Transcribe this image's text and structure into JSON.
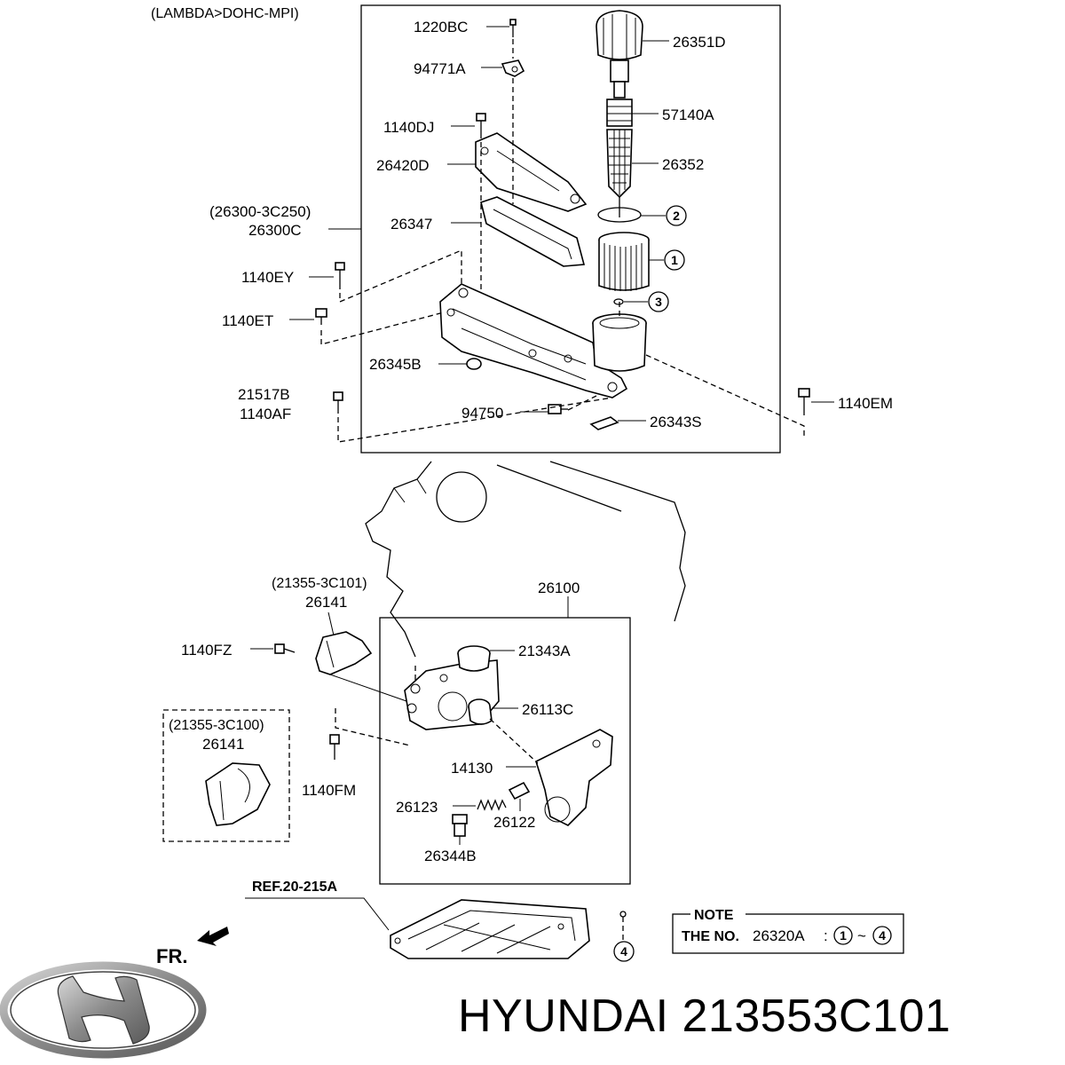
{
  "variant_label": "(LAMBDA>DOHC-MPI)",
  "parts": {
    "p1220BC": "1220BC",
    "p94771A": "94771A",
    "p1140DJ": "1140DJ",
    "p26420D": "26420D",
    "assy_alt": "(26300-3C250)",
    "assy": "26300C",
    "p26347": "26347",
    "p1140EY": "1140EY",
    "p1140ET": "1140ET",
    "p26345B": "26345B",
    "p21517B": "21517B",
    "p1140AF": "1140AF",
    "p94750": "94750",
    "p26343S": "26343S",
    "p1140EM": "1140EM",
    "p26351D": "26351D",
    "p57140A": "57140A",
    "p26352": "26352",
    "p26100": "26100",
    "cover_alt1": "(21355-3C101)",
    "cover1": "26141",
    "p1140FZ": "1140FZ",
    "p21343A": "21343A",
    "p26113C": "26113C",
    "cover_alt2": "(21355-3C100)",
    "cover2": "26141",
    "p1140FM": "1140FM",
    "p14130": "14130",
    "p26123": "26123",
    "p26122": "26122",
    "p26344B": "26344B"
  },
  "callouts": {
    "c1": "1",
    "c2": "2",
    "c3": "3",
    "c4": "4"
  },
  "reference": "REF.20-215A",
  "note": {
    "title": "NOTE",
    "prefix": "THE NO.",
    "part": "26320A",
    "colon": ":",
    "from": "1",
    "tilde": "~",
    "to": "4"
  },
  "front_label": "FR.",
  "brand": {
    "caption": "HYUNDAI 213553C101",
    "logo_icon": "hyundai-logo"
  }
}
